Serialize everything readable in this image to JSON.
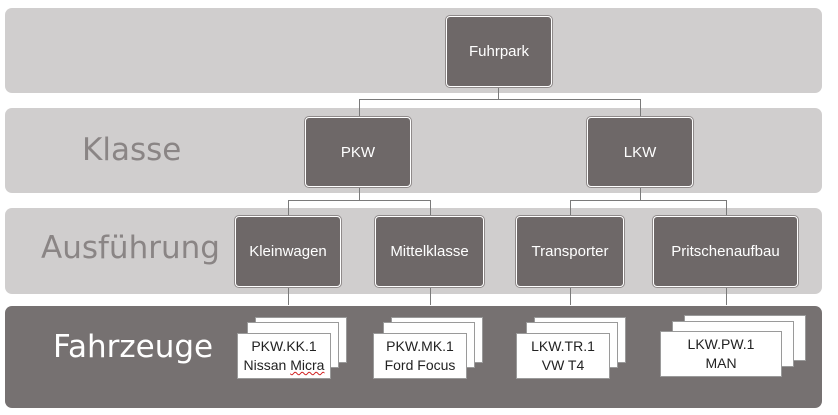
{
  "bands": {
    "top": {
      "label": ""
    },
    "klasse": {
      "label": "Klasse"
    },
    "ausfuehrung": {
      "label": "Ausführung"
    },
    "fahrzeuge": {
      "label": "Fahrzeuge"
    }
  },
  "root": {
    "label": "Fuhrpark"
  },
  "classes": [
    {
      "label": "PKW"
    },
    {
      "label": "LKW"
    }
  ],
  "variants": [
    {
      "label": "Kleinwagen"
    },
    {
      "label": "Mittelklasse"
    },
    {
      "label": "Transporter"
    },
    {
      "label": "Pritschenaufbau"
    }
  ],
  "vehicles": [
    {
      "code": "PKW.KK.1",
      "name_part1": "Nissan ",
      "name_part2": "Micra"
    },
    {
      "code": "PKW.MK.1",
      "name_part1": "Ford Focus",
      "name_part2": ""
    },
    {
      "code": "LKW.TR.1",
      "name_part1": "VW T4",
      "name_part2": ""
    },
    {
      "code": "LKW.PW.1",
      "name_part1": "MAN",
      "name_part2": ""
    }
  ],
  "colors": {
    "band_light": "#d0cece",
    "band_dark": "#767171",
    "node_fill": "#6e6868",
    "label_gray": "#8a8585"
  }
}
